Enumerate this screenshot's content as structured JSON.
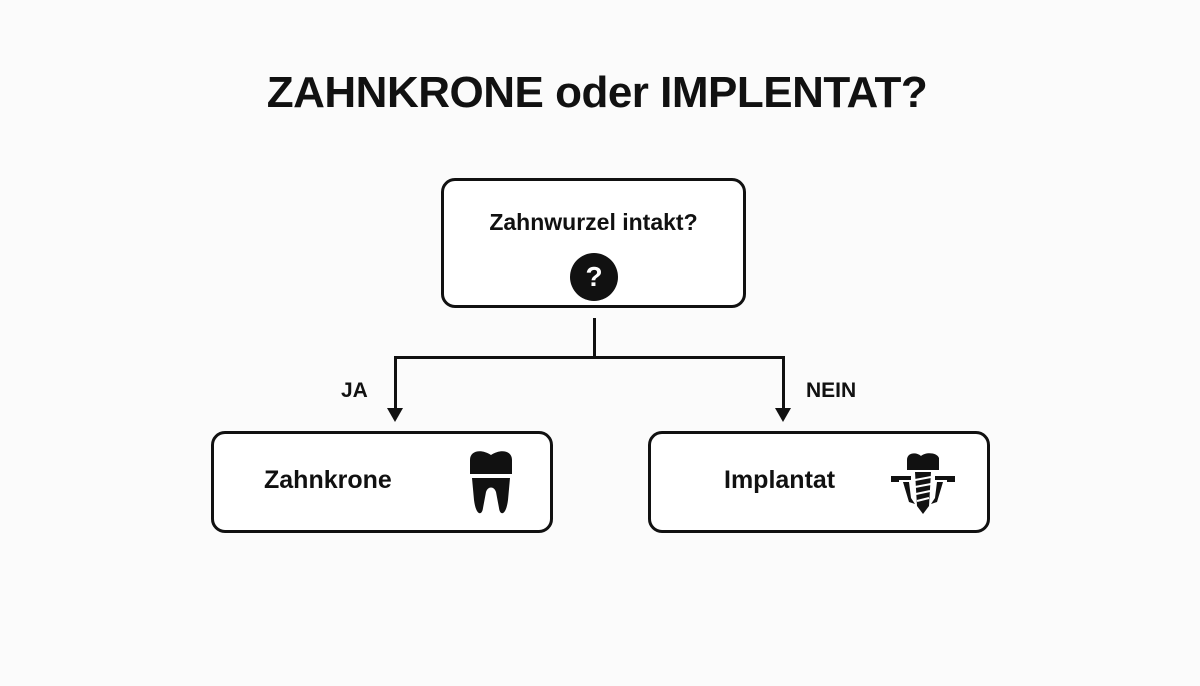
{
  "title": "ZAHNKRONE oder IMPLENTAT?",
  "question": {
    "text": "Zahnwurzel intakt?",
    "icon": "question-mark-icon",
    "icon_glyph": "?"
  },
  "branches": [
    {
      "label": "JA",
      "result": "Zahnkrone",
      "icon": "tooth-icon"
    },
    {
      "label": "NEIN",
      "result": "Implantat",
      "icon": "dental-implant-icon"
    }
  ],
  "colors": {
    "stroke": "#111111",
    "background": "#fbfbfb",
    "box_fill": "#ffffff"
  }
}
